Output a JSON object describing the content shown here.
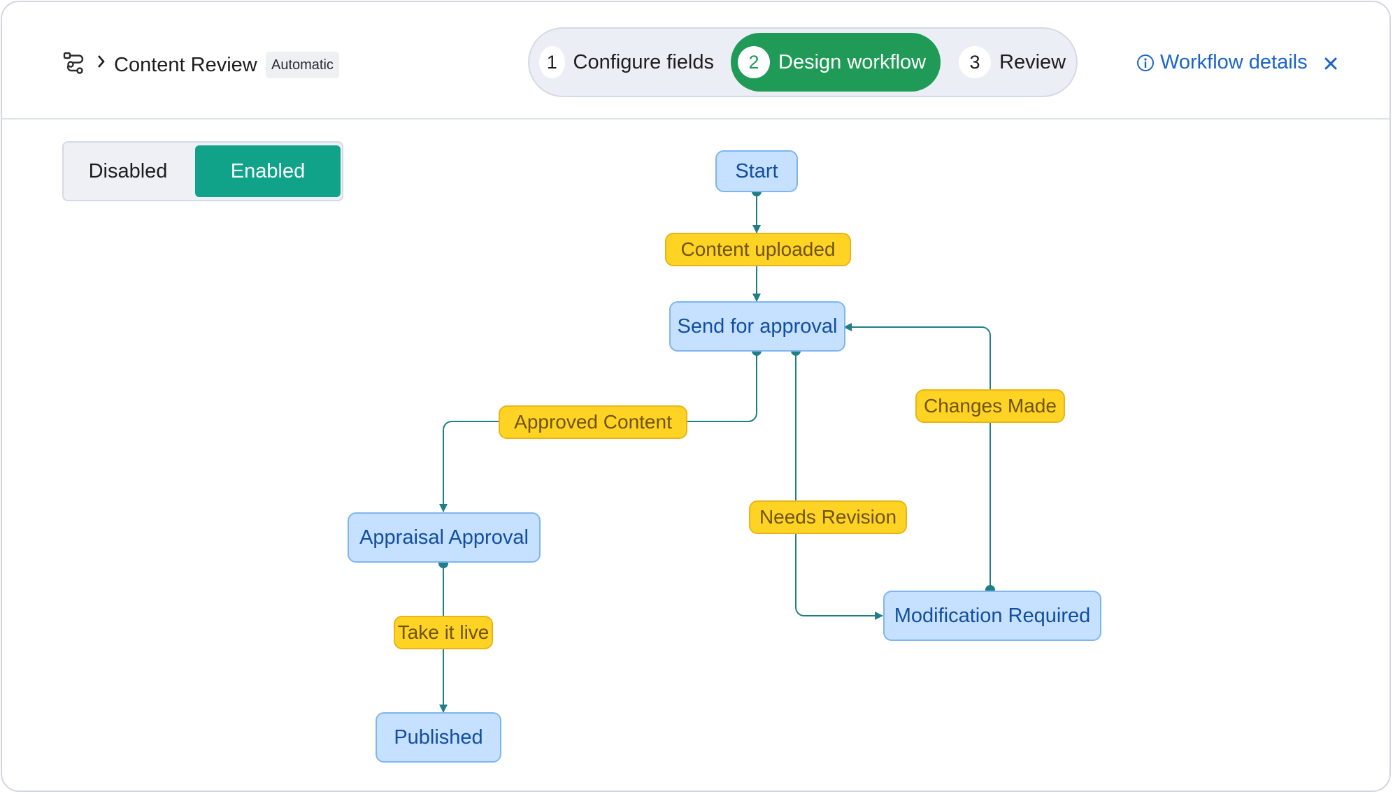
{
  "header": {
    "breadcrumb_title": "Content Review",
    "badge": "Automatic",
    "steps": [
      {
        "num": "1",
        "label": "Configure fields"
      },
      {
        "num": "2",
        "label": "Design workflow"
      },
      {
        "num": "3",
        "label": "Review"
      }
    ],
    "active_step": 2,
    "details_link": "Workflow details"
  },
  "toggle": {
    "disabled_label": "Disabled",
    "enabled_label": "Enabled",
    "selected": "Enabled"
  },
  "workflow": {
    "states": {
      "start": "Start",
      "send_for_approval": "Send for approval",
      "appraisal_approval": "Appraisal Approval",
      "published": "Published",
      "modification_required": "Modification Required"
    },
    "transitions": {
      "content_uploaded": "Content uploaded",
      "approved_content": "Approved Content",
      "take_it_live": "Take it live",
      "needs_revision": "Needs Revision",
      "changes_made": "Changes Made"
    }
  },
  "colors": {
    "active_step": "#1f9a57",
    "toggle_on": "#10a38a",
    "state_fill": "#c6e0ff",
    "transition_fill": "#ffd323",
    "connector": "#1f7f86",
    "link": "#1a64c8"
  }
}
